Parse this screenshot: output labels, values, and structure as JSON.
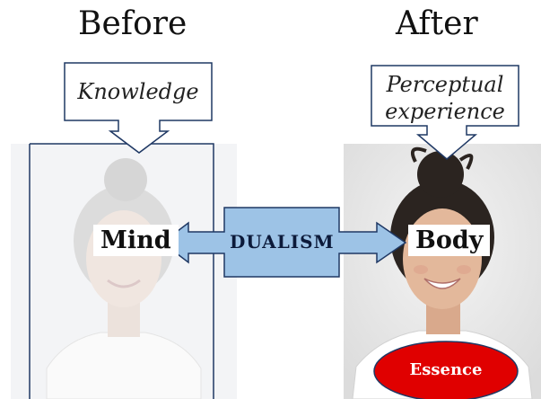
{
  "before": {
    "title": "Before",
    "callout": "Knowledge",
    "label": "Mind"
  },
  "after": {
    "title": "After",
    "callout_line1": "Perceptual",
    "callout_line2": "experience",
    "label": "Body",
    "essence": "Essence"
  },
  "center": {
    "label": "DUALISM"
  },
  "colors": {
    "arrow_fill": "#9dc3e6",
    "arrow_stroke": "#1f3864",
    "essence_fill": "#e00000",
    "frame_stroke": "#1f3864"
  },
  "icons": {
    "person_photo": "woman-portrait"
  }
}
